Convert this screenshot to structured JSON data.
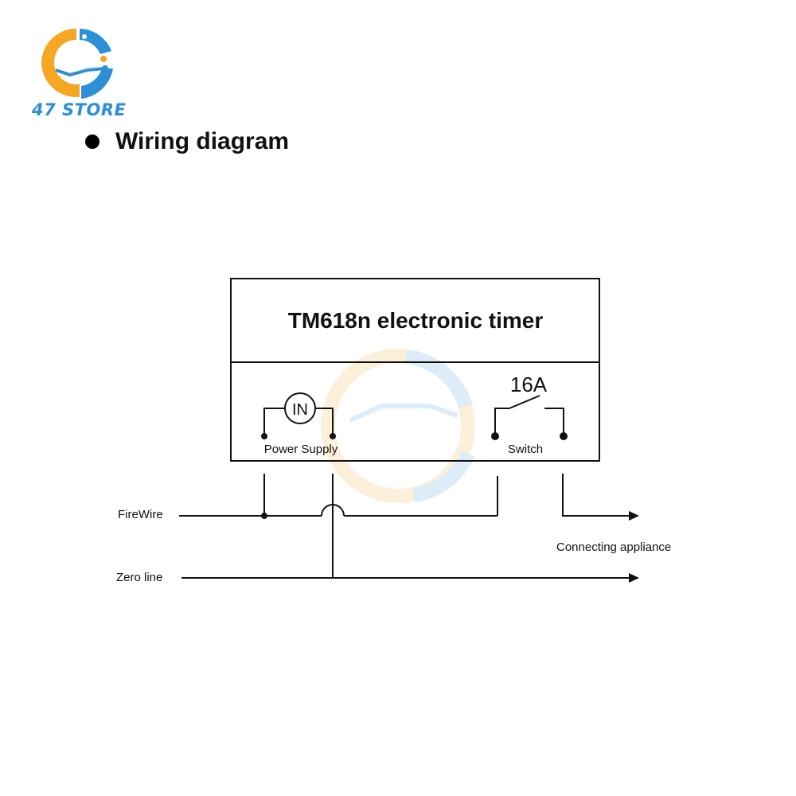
{
  "brand": {
    "name": "47 STORE",
    "colors": {
      "orange": "#f5a623",
      "blue": "#2d8fd6"
    }
  },
  "heading": "Wiring diagram",
  "diagram": {
    "title": "TM618n electronic timer",
    "power_symbol_label": "IN",
    "power_supply_label": "Power Supply",
    "rating_label": "16A",
    "switch_label": "Switch",
    "firewire_label": "FireWire",
    "zero_line_label": "Zero line",
    "appliance_label": "Connecting appliance"
  }
}
